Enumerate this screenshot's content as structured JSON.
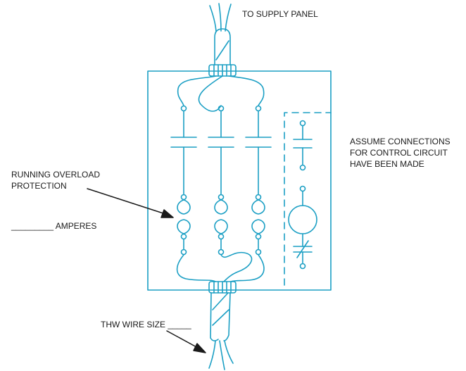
{
  "labels": {
    "supply": "TO SUPPLY PANEL",
    "assume_line1": "ASSUME CONNECTIONS",
    "assume_line2": "FOR CONTROL CIRCUIT",
    "assume_line3": "HAVE BEEN MADE",
    "overload_line1": "RUNNING OVERLOAD",
    "overload_line2": "PROTECTION",
    "amperes": "_________ AMPERES",
    "thw": "THW WIRE SIZE _____"
  },
  "colors": {
    "diagram_line": "#1b9fc4",
    "text": "#1a1a1a",
    "arrow": "#1a1a1a"
  }
}
